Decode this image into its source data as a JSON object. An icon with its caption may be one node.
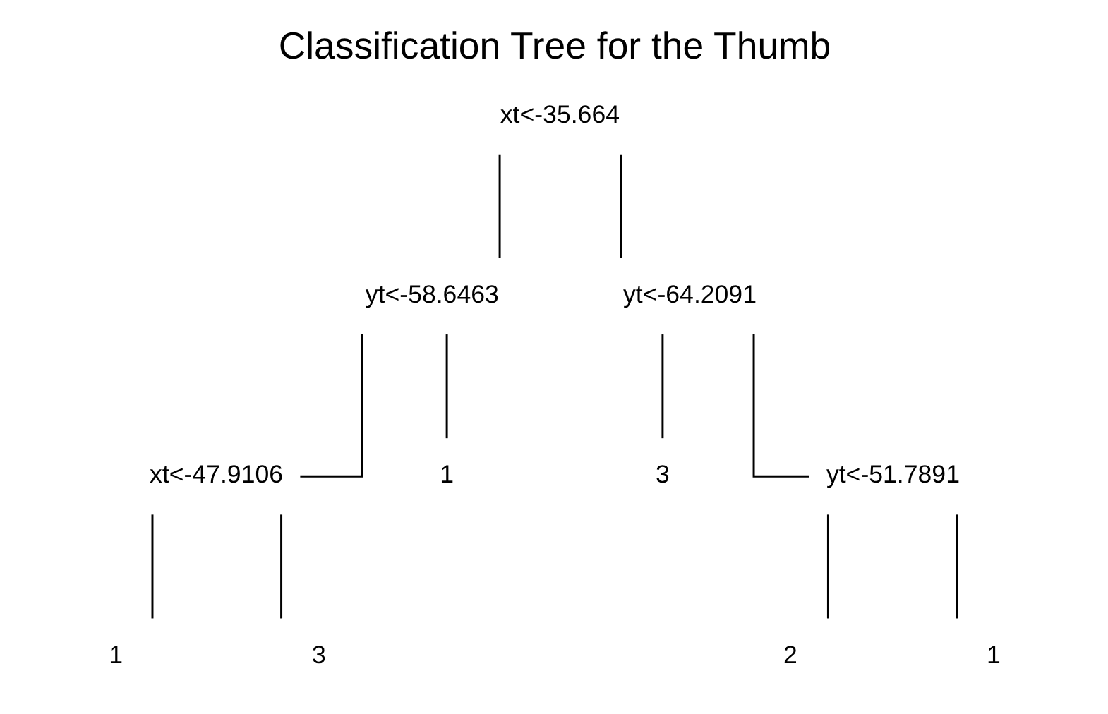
{
  "diagram": {
    "title": "Classification Tree for the Thumb",
    "nodes": [
      {
        "text": [
          "xt<-35.664"
        ]
      },
      {
        "text": [
          "yt<-58.6463"
        ]
      },
      {
        "text": [
          "yt<-64.2091"
        ]
      },
      {
        "text": [
          "3"
        ]
      },
      {
        "text": [
          "yt<-51.7891"
        ]
      },
      {
        "text": [
          "xt<-47.9106"
        ]
      },
      {
        "text": [
          "1"
        ]
      },
      {
        "text": [
          "2"
        ]
      },
      {
        "text": [
          "1"
        ]
      },
      {
        "text": [
          "1"
        ]
      },
      {
        "text": [
          "3"
        ]
      }
    ],
    "edges": [
      {
        "from": 0,
        "to": 1,
        "arrow": "none"
      },
      {
        "from": 0,
        "to": 2,
        "arrow": "none"
      },
      {
        "from": 1,
        "to": 5,
        "arrow": "none"
      },
      {
        "from": 1,
        "to": 6,
        "arrow": "none"
      },
      {
        "from": 2,
        "to": 3,
        "arrow": "none"
      },
      {
        "from": 2,
        "to": 4,
        "arrow": "none"
      },
      {
        "from": 4,
        "to": 7,
        "arrow": "none"
      },
      {
        "from": 4,
        "to": 8,
        "arrow": "none"
      },
      {
        "from": 5,
        "to": 9,
        "arrow": "none"
      },
      {
        "from": 5,
        "to": 10,
        "arrow": "none"
      }
    ]
  }
}
